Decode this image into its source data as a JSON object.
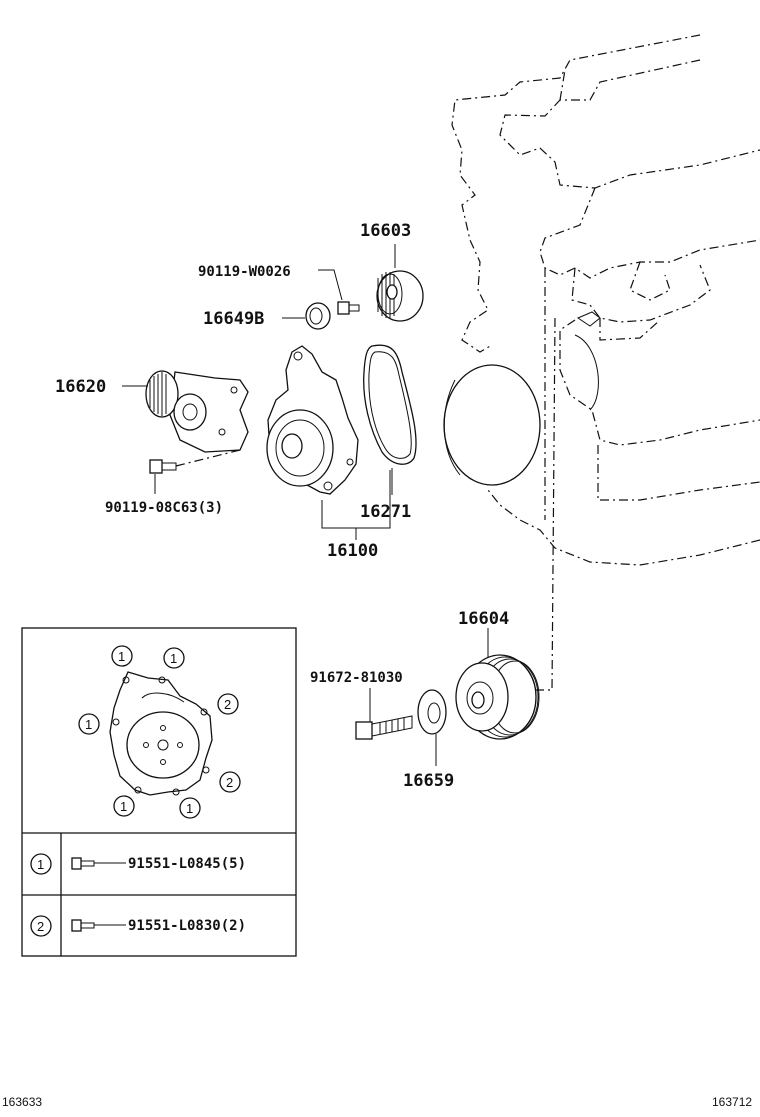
{
  "parts": {
    "p16603": "16603",
    "p90119_w0026": "90119-W0026",
    "p16649b": "16649B",
    "p16620": "16620",
    "p90119_08c63": "90119-08C63(3)",
    "p16271": "16271",
    "p16100": "16100",
    "p16604": "16604",
    "p91672_81030": "91672-81030",
    "p16659": "16659"
  },
  "inset": {
    "callout_1": "1",
    "callout_2": "2",
    "legend": [
      {
        "marker": "1",
        "part": "91551-L0845(5)"
      },
      {
        "marker": "2",
        "part": "91551-L0830(2)"
      }
    ]
  },
  "footer": {
    "left_code": "163633",
    "right_code": "163712"
  }
}
